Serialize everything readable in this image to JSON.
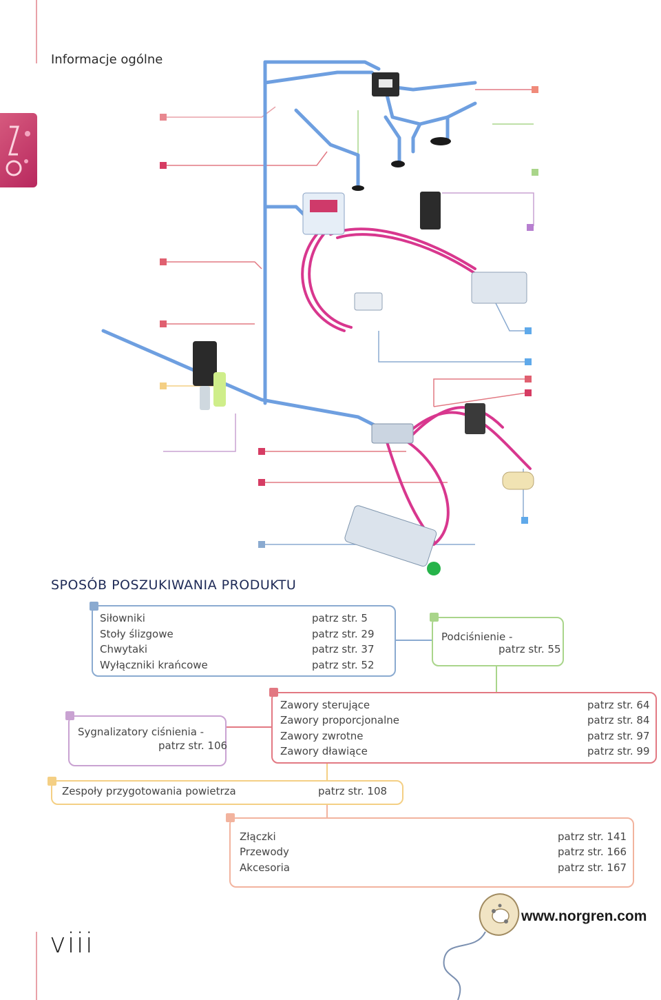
{
  "header": {
    "title": "Informacje ogólne"
  },
  "main": {
    "section_title": "SPOSÓB POSZUKIWANIA PRODUKTU"
  },
  "boxes": {
    "silowniki": {
      "color": "#8aaad0",
      "items": [
        {
          "label": "Siłowniki",
          "ref": "patrz str. 5"
        },
        {
          "label": "Stoły ślizgowe",
          "ref": "patrz  str. 29"
        },
        {
          "label": "Chwytaki",
          "ref": "patrz  str. 37"
        },
        {
          "label": "Wyłączniki krańcowe",
          "ref": "patrz  str. 52"
        }
      ]
    },
    "podcisnienie": {
      "color": "#a9d58a",
      "label": "Podciśnienie -",
      "ref": "patrz  str. 55"
    },
    "sygnalizatory": {
      "color": "#c9a2d2",
      "label": "Sygnalizatory ciśnienia -",
      "ref": "patrz str. 106"
    },
    "zawory": {
      "color": "#e27882",
      "items": [
        {
          "label": "Zawory sterujące",
          "ref": "patrz str. 64"
        },
        {
          "label": "Zawory proporcjonalne",
          "ref": "patrz str. 84"
        },
        {
          "label": "Zawory zwrotne",
          "ref": "patrz str. 97"
        },
        {
          "label": "Zawory dławiące",
          "ref": "patrz str. 99"
        }
      ]
    },
    "zespoly": {
      "color": "#f4cf84",
      "label": "Zespoły przygotowania powietrza",
      "ref": "patrz str.  108"
    },
    "zlaczki": {
      "color": "#f2b39e",
      "items": [
        {
          "label": "Złączki",
          "ref": "patrz str. 141"
        },
        {
          "label": "Przewody",
          "ref": "patrz str. 166"
        },
        {
          "label": "Akcesoria",
          "ref": "patrz str. 167"
        }
      ]
    }
  },
  "footer": {
    "page_number": "viii",
    "website": "www.norgren.com"
  },
  "side_tab": {
    "icon": "norgren-logo-icon"
  },
  "colors": {
    "accent_line": "#e8a2a8",
    "title": "#1e2a56",
    "pipe_blue": "#5b8fd6",
    "pipe_pink": "#d8378e"
  }
}
